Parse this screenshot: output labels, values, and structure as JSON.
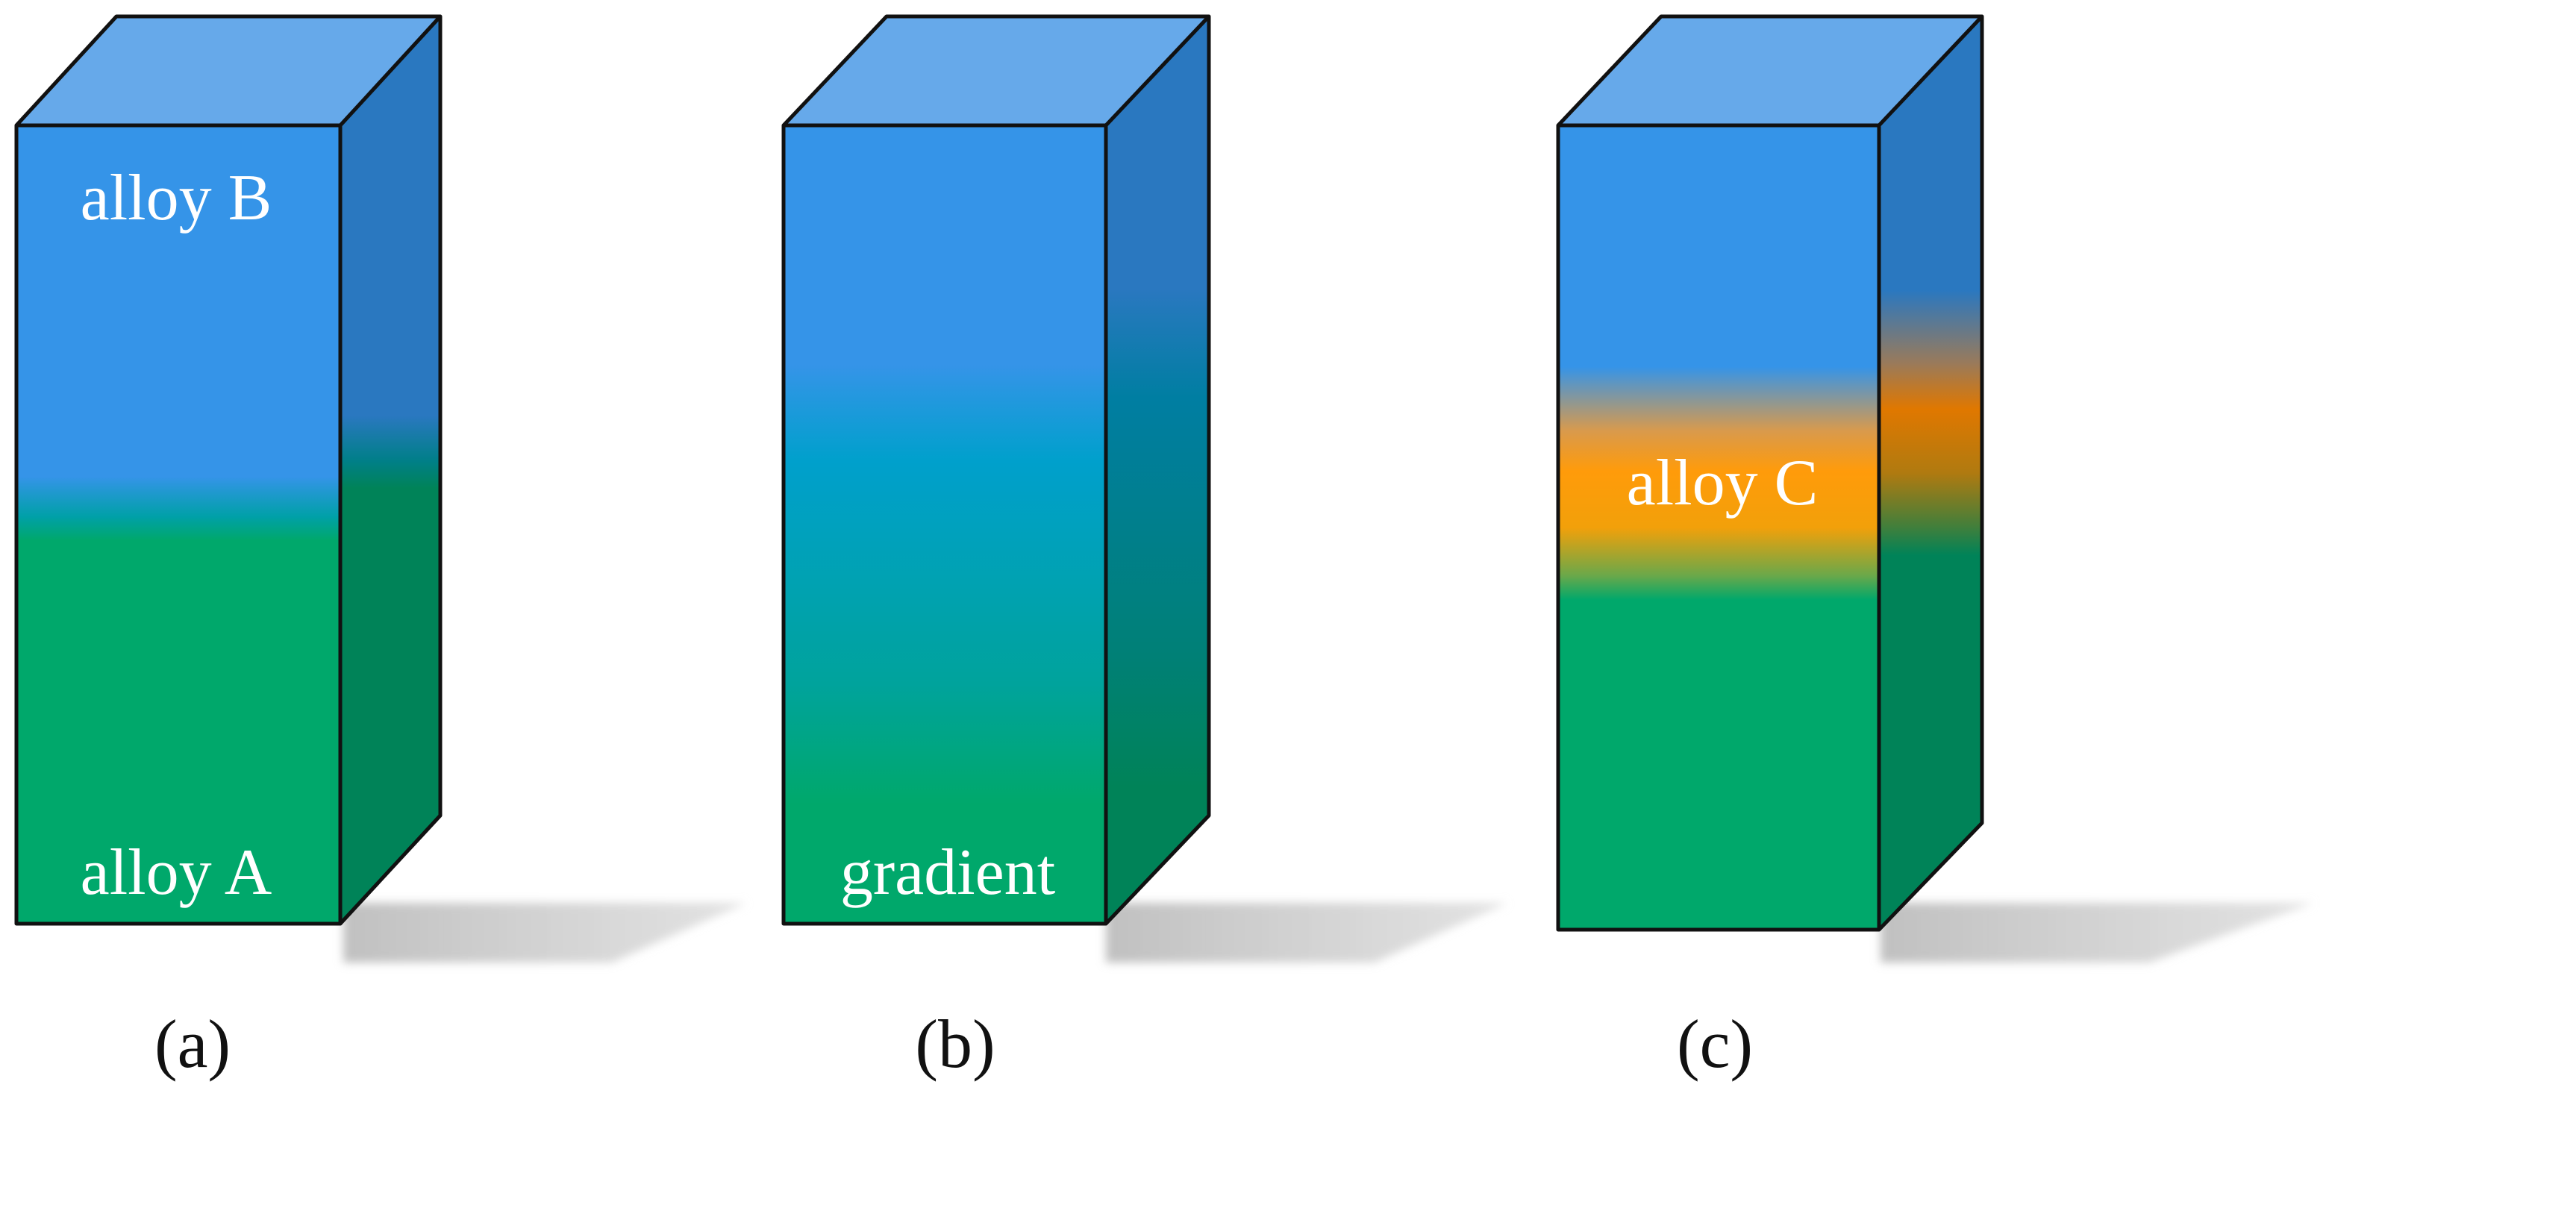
{
  "colors": {
    "top_face": "#66a9ea",
    "blue_front": "#3594e8",
    "blue_side": "#2a78c0",
    "green_front": "#00a86b",
    "green_side": "#008358",
    "teal_front": "#00a0c8",
    "teal_side": "#007ea2",
    "orange_front": "#ff9b0a",
    "orange_side": "#e07800",
    "shadow": "#cfcfcf",
    "outline": "#111111",
    "label_text": "#ffffff"
  },
  "panels": [
    {
      "id": "a",
      "caption": "(a)",
      "labels": {
        "top": "alloy B",
        "bottom": "alloy A"
      },
      "description_type": "two-layer"
    },
    {
      "id": "b",
      "caption": "(b)",
      "labels": {
        "bottom": "gradient"
      },
      "description_type": "gradient"
    },
    {
      "id": "c",
      "caption": "(c)",
      "labels": {
        "middle": "alloy C"
      },
      "description_type": "interlayer"
    }
  ]
}
